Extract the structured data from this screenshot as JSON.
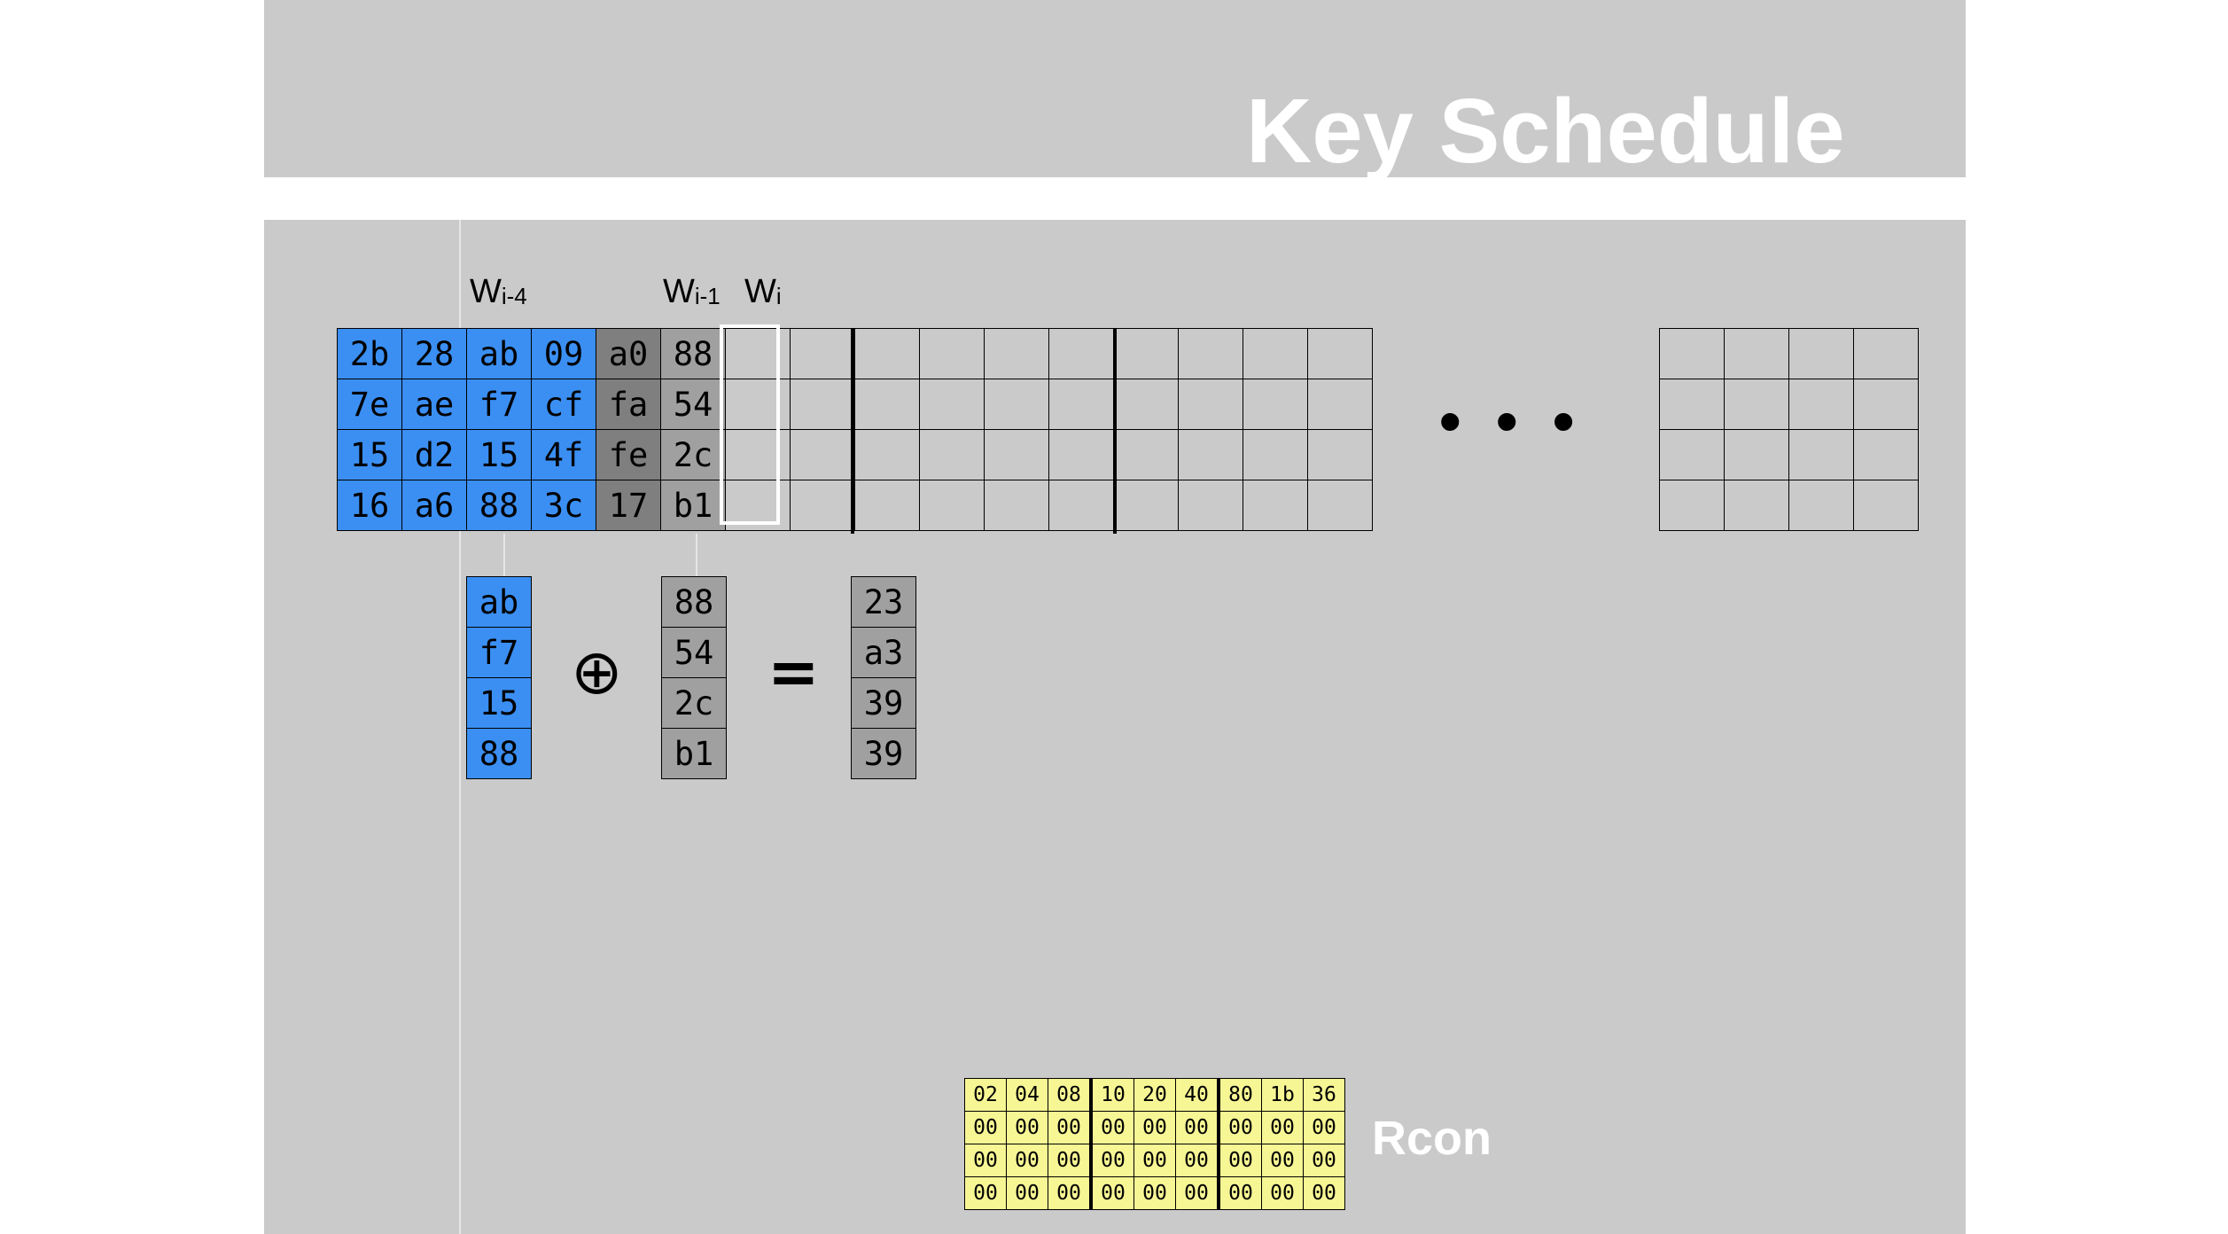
{
  "title": "Key Schedule",
  "labels": {
    "w_i_minus_4": {
      "base": "W",
      "sub": "i-4"
    },
    "w_i_minus_1": {
      "base": "W",
      "sub": "i-1"
    },
    "w_i": {
      "base": "W",
      "sub": "i"
    }
  },
  "key_matrix": [
    [
      "2b",
      "28",
      "ab",
      "09",
      "a0",
      "88"
    ],
    [
      "7e",
      "ae",
      "f7",
      "cf",
      "fa",
      "54"
    ],
    [
      "15",
      "d2",
      "15",
      "4f",
      "fe",
      "2c"
    ],
    [
      "16",
      "a6",
      "88",
      "3c",
      "17",
      "b1"
    ]
  ],
  "operation": {
    "operand_a": [
      "ab",
      "f7",
      "15",
      "88"
    ],
    "operator": "⊕",
    "operand_b": [
      "88",
      "54",
      "2c",
      "b1"
    ],
    "equals": "=",
    "result": [
      "23",
      "a3",
      "39",
      "39"
    ]
  },
  "ellipsis": "• • •",
  "rcon": {
    "label": "Rcon",
    "rows": [
      [
        "02",
        "04",
        "08",
        "10",
        "20",
        "40",
        "80",
        "1b",
        "36"
      ],
      [
        "00",
        "00",
        "00",
        "00",
        "00",
        "00",
        "00",
        "00",
        "00"
      ],
      [
        "00",
        "00",
        "00",
        "00",
        "00",
        "00",
        "00",
        "00",
        "00"
      ],
      [
        "00",
        "00",
        "00",
        "00",
        "00",
        "00",
        "00",
        "00",
        "00"
      ]
    ]
  },
  "colors": {
    "blue": "#3b8ff3",
    "gray": "#a0a0a0",
    "dark_gray": "#7f7f7f",
    "yellow": "#f7f694",
    "slide_background": "#cacaca",
    "title_text": "#ffffff"
  }
}
